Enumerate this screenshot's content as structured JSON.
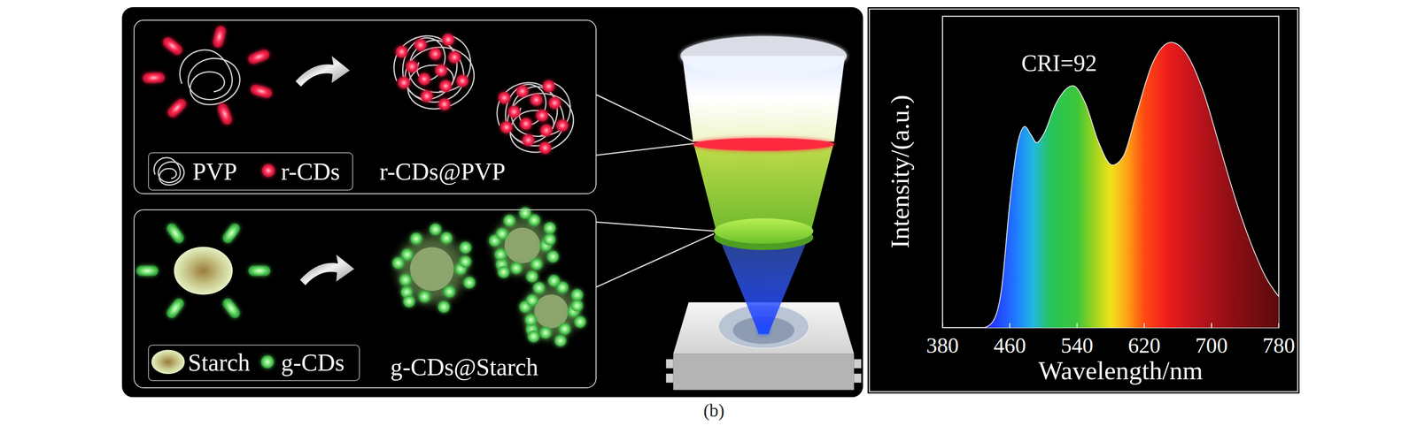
{
  "diagram": {
    "caption": "(b)",
    "nodes": [
      {
        "text": [
          "r-CDs@PVP"
        ]
      },
      {
        "text": [
          "PVP",
          "r-CDs"
        ],
        "in": 0
      },
      {
        "text": [
          "g-CDs@Starch"
        ]
      },
      {
        "text": [
          "Starch",
          "g-CDs"
        ],
        "in": 2
      }
    ],
    "labels": [
      "CRI=92",
      "Intensity/(a.u.)",
      "380",
      "460",
      "540",
      "620",
      "700",
      "780",
      "Wavelength/nm"
    ]
  }
}
